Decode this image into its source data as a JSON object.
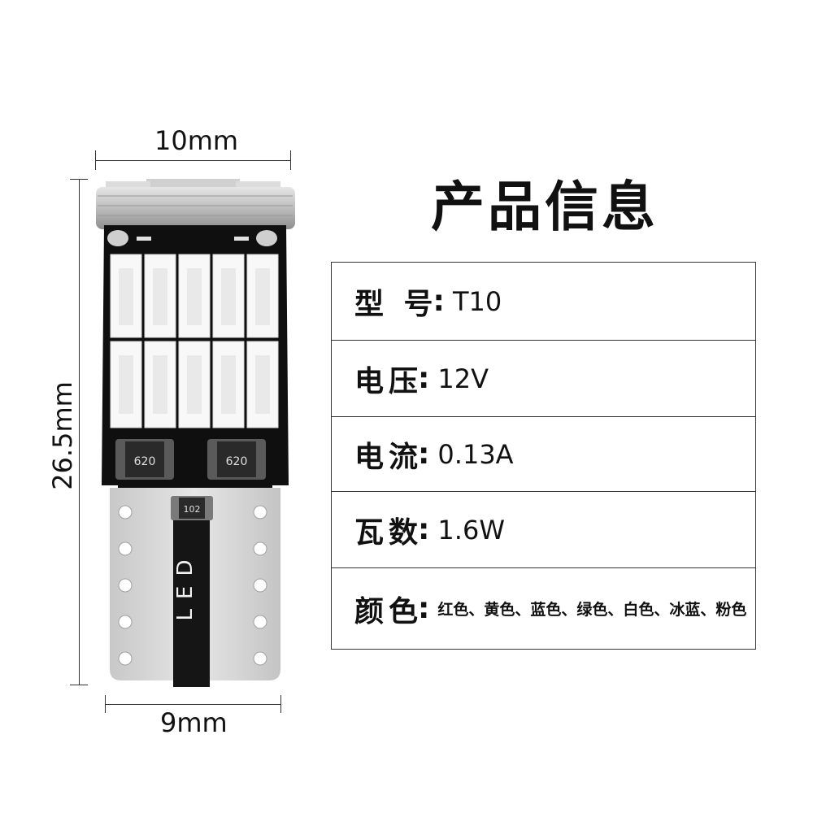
{
  "dimensions": {
    "width_top": "10mm",
    "width_bottom": "9mm",
    "height": "26.5mm"
  },
  "bulb": {
    "resistor_left": "620",
    "resistor_right": "620",
    "resistor_base": "102",
    "base_text": "LED"
  },
  "title": "产品信息",
  "specs": [
    {
      "label": "型 号",
      "value": "T10"
    },
    {
      "label": "电压",
      "value": "12V"
    },
    {
      "label": "电流",
      "value": "0.13A"
    },
    {
      "label": "瓦数",
      "value": "1.6W"
    },
    {
      "label": "颜色",
      "value": "红色、黄色、蓝色、绿色、白色、冰蓝、粉色"
    }
  ],
  "colors": {
    "pcb": "#0f0f0f",
    "led": "#f8f8f8",
    "base": "#d9d9d9",
    "line": "#333333"
  }
}
